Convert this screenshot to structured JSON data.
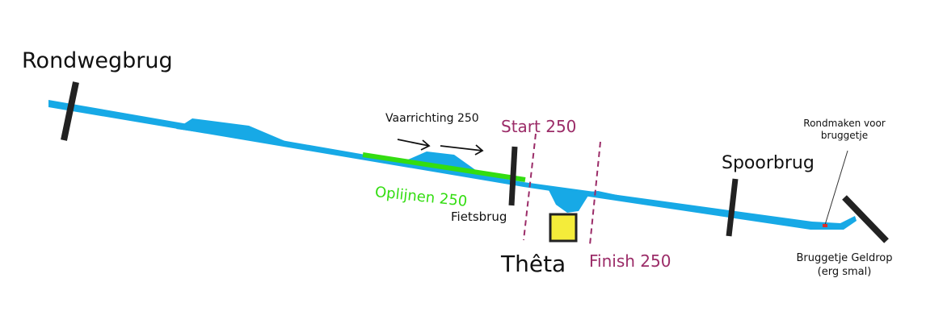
{
  "labels": {
    "rondwegbrug": "Rondwegbrug",
    "vaarrichting": "Vaarrichting 250",
    "start": "Start 250",
    "oplijnen": "Oplijnen 250",
    "fietsbrug": "Fietsbrug",
    "theta": "Thêta",
    "finish": "Finish 250",
    "spoorbrug": "Spoorbrug",
    "rondmaken": "Rondmaken voor bruggetje",
    "bruggetje_geldrop": "Bruggetje Geldrop",
    "erg_smal": "(erg smal)"
  },
  "colors": {
    "water": "#17a9e6",
    "alignment_zone": "#33dd11",
    "start_finish": "#9b2c68",
    "bridge": "#222222",
    "boathouse": "#f4ec3a",
    "turn_point": "#d9302c"
  },
  "icons": {
    "direction": "arrow-right-icon",
    "boathouse": "boathouse-square-icon",
    "bridge": "bridge-bar-icon"
  }
}
